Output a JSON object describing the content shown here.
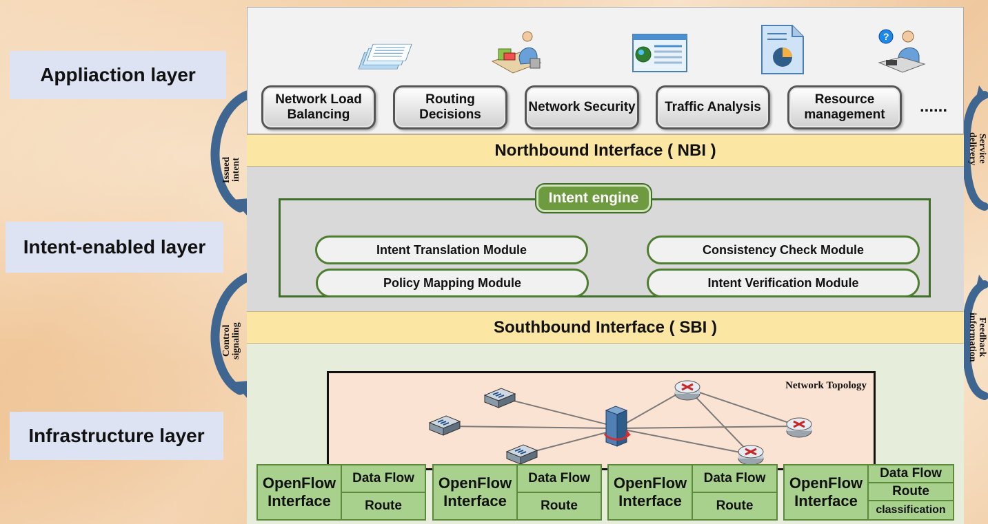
{
  "layers": {
    "application": "Appliaction layer",
    "intent": "Intent-enabled layer",
    "infrastructure": "Infrastructure layer"
  },
  "side_labels": {
    "issued_intent": "Issued intent",
    "control_signaling": "Control signaling",
    "service_delivery": "Service delivery",
    "feedback_information": "Feedback information"
  },
  "applications": [
    "Network Load Balancing",
    "Routing Decisions",
    "Network Security",
    "Traffic Analysis",
    "Resource management"
  ],
  "applications_more": "......",
  "icons": [
    "documents-icon",
    "workstation-user-icon",
    "browser-window-icon",
    "report-chart-icon",
    "help-desk-user-icon"
  ],
  "nbi": "Northbound Interface ( NBI )",
  "intent_engine": {
    "title": "Intent engine",
    "modules": [
      "Intent Translation Module",
      "Consistency Check Module",
      "Policy Mapping Module",
      "Intent Verification Module"
    ]
  },
  "sbi": "Southbound Interface ( SBI )",
  "topology": {
    "label": "Network Topology",
    "node_icons": [
      "switch-icon",
      "switch-icon",
      "switch-icon",
      "controller-server-icon",
      "router-icon",
      "router-icon",
      "router-icon"
    ]
  },
  "openflow": [
    {
      "left": "OpenFlow Interface",
      "cells": [
        "Data Flow",
        "Route"
      ]
    },
    {
      "left": "OpenFlow Interface",
      "cells": [
        "Data Flow",
        "Route"
      ]
    },
    {
      "left": "OpenFlow Interface",
      "cells": [
        "Data Flow",
        "Route"
      ]
    },
    {
      "left": "OpenFlow Interface",
      "cells": [
        "Data Flow",
        "Route",
        "classification"
      ]
    }
  ],
  "colors": {
    "layer_label_bg": "#dde3f2",
    "interface_bg": "#fce6a4",
    "intent_area_bg": "#d9d9d9",
    "infra_area_bg": "#e6eedb",
    "engine_green": "#6e9b40",
    "openflow_green": "#a9d18e",
    "arrow_blue": "#3f6690"
  }
}
